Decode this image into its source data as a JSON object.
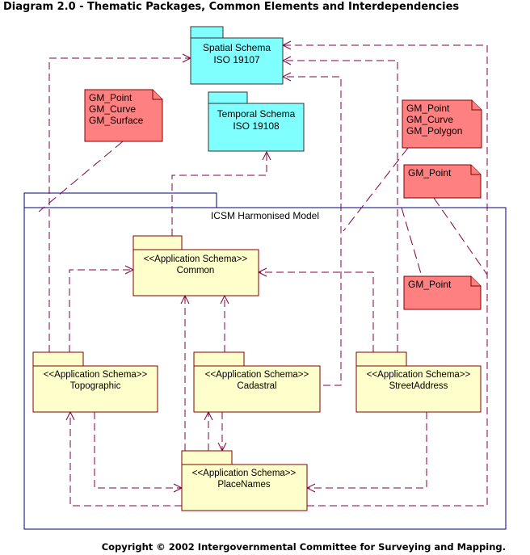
{
  "title": "Diagram 2.0 - Thematic Packages, Common Elements and Interdependencies",
  "copyright": "Copyright © 2002 Intergovernmental Committee for Surveying and Mapping.",
  "model_label": "ICSM Harmonised Model",
  "spatial": {
    "line1": "Spatial Schema",
    "line2": "ISO 19107"
  },
  "temporal": {
    "line1": "Temporal Schema",
    "line2": "ISO 19108"
  },
  "common": {
    "stereotype": "<<Application Schema>>",
    "name": "Common"
  },
  "topographic": {
    "stereotype": "<<Application Schema>>",
    "name": "Topographic"
  },
  "cadastral": {
    "stereotype": "<<Application Schema>>",
    "name": "Cadastral"
  },
  "streetaddress": {
    "stereotype": "<<Application Schema>>",
    "name": "StreetAddress"
  },
  "placenames": {
    "stereotype": "<<Application Schema>>",
    "name": "PlaceNames"
  },
  "notes": {
    "topo": [
      "GM_Point",
      "GM_Curve",
      "GM_Surface"
    ],
    "cad": [
      "GM_Point",
      "GM_Curve",
      "GM_Polygon"
    ],
    "sa": [
      "GM_Point"
    ],
    "pn": [
      "GM_Point"
    ]
  },
  "colors": {
    "dependency": "#800040",
    "application_schema_fill": "#ffffcc",
    "iso_schema_fill": "#80ffff",
    "note_fill": "#ff8080",
    "model_frame": "#000080"
  }
}
